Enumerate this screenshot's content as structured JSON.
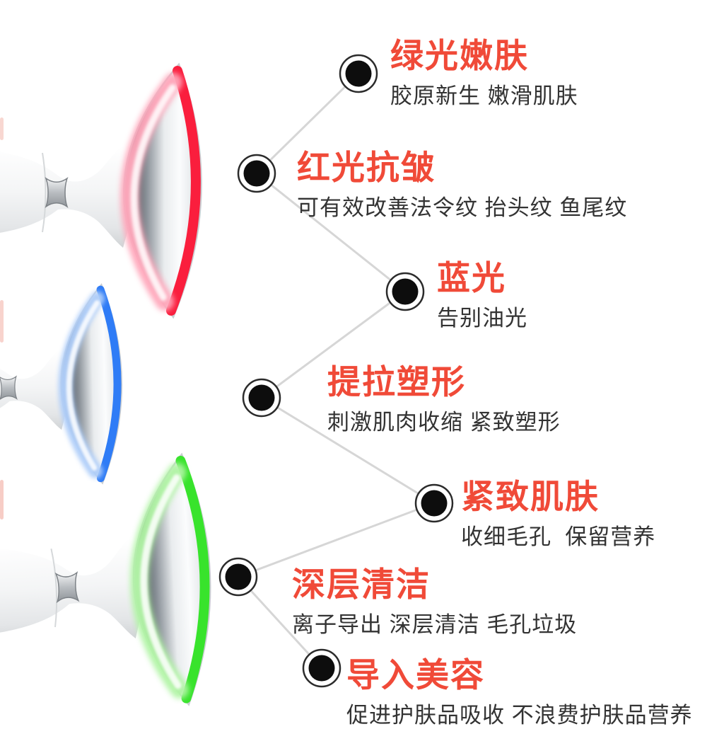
{
  "page": {
    "background": "#ffffff"
  },
  "features": [
    {
      "id": "green-light",
      "title": "绿光嫩肤",
      "description": "胶原新生 嫩滑肌肤"
    },
    {
      "id": "red-light",
      "title": "红光抗皱",
      "description": "可有效改善法令纹 抬头纹 鱼尾纹"
    },
    {
      "id": "blue-light",
      "title": "蓝光",
      "description": "告别油光"
    },
    {
      "id": "lifting",
      "title": "提拉塑形",
      "description": "刺激肌肉收缩 紧致塑形"
    },
    {
      "id": "firming",
      "title": "紧致肌肤",
      "description": "收细毛孔  保留营养"
    },
    {
      "id": "deep-clean",
      "title": "深层清洁",
      "description": "离子导出 深层清洁 毛孔垃圾"
    },
    {
      "id": "infusion",
      "title": "导入美容",
      "description": "促进护肤品吸收 不浪费护肤品营养"
    }
  ],
  "colors": {
    "feature_title": "#f04a38",
    "feature_description": "#333333",
    "connector_line": "#d6d6d6",
    "bullet_dot": "#0d0d0d"
  },
  "devices": [
    {
      "name": "red-light-massager",
      "rim_color": "#fa1e3d",
      "glow_color": "#ffa6ba"
    },
    {
      "name": "blue-light-massager",
      "rim_color": "#2f7cf6",
      "glow_color": "#aecdf9"
    },
    {
      "name": "green-light-massager",
      "rim_color": "#38e32c",
      "glow_color": "#b0f4a4"
    }
  ]
}
